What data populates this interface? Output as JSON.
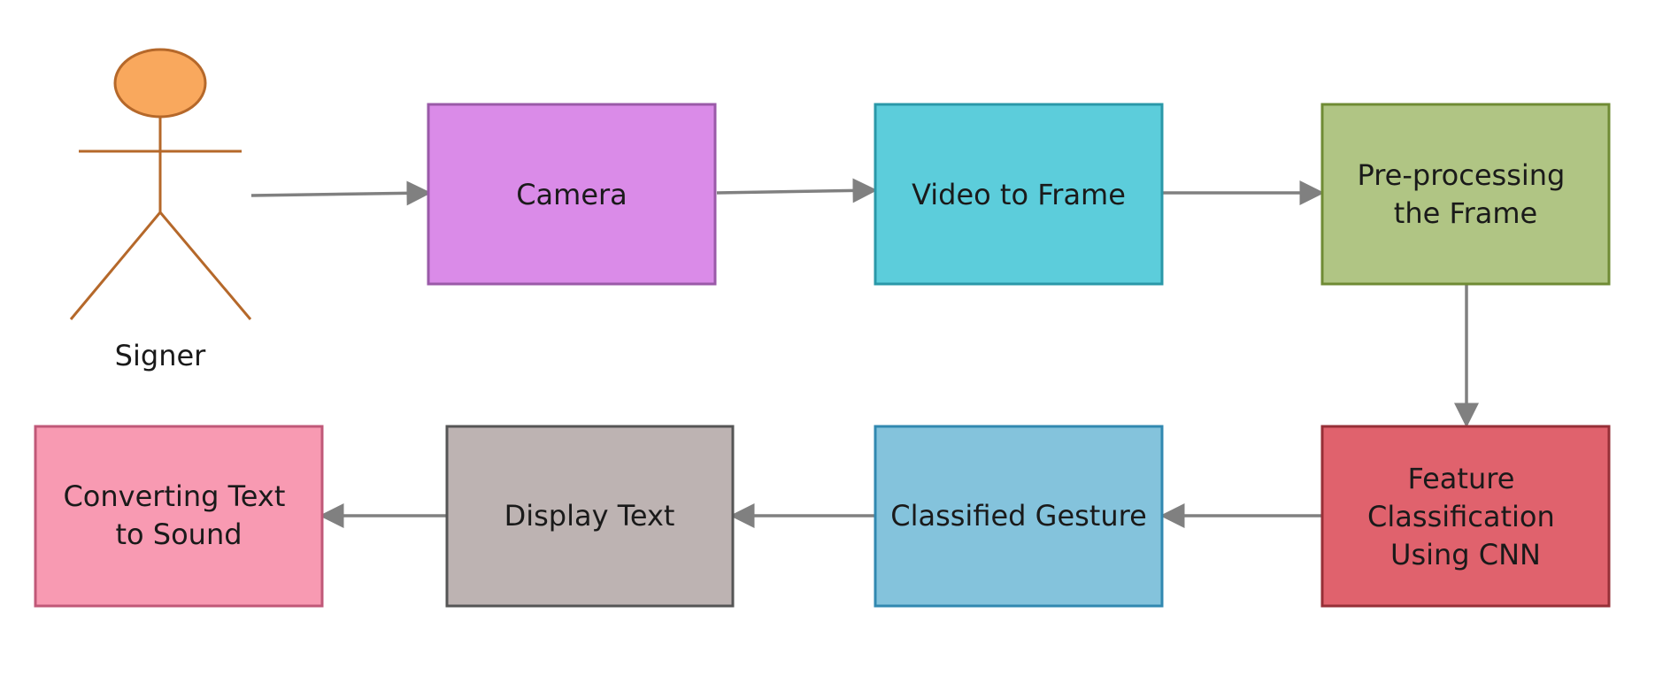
{
  "actor": {
    "label": "Signer",
    "head_fill": "#f9a85d",
    "stroke": "#b5682a"
  },
  "nodes": {
    "camera": {
      "lines": [
        "Camera"
      ],
      "fill": "#da8be8",
      "stroke": "#9a5aa8"
    },
    "video_to_frame": {
      "lines": [
        "Video to Frame"
      ],
      "fill": "#5ccddb",
      "stroke": "#2a98a8"
    },
    "preprocessing": {
      "lines": [
        "Pre-processing",
        "the Frame"
      ],
      "fill": "#b0c584",
      "stroke": "#6f8b34"
    },
    "feature_classification": {
      "lines": [
        "Feature",
        "Classification",
        "Using CNN"
      ],
      "fill": "#e0626d",
      "stroke": "#962f37"
    },
    "classified_gesture": {
      "lines": [
        "Classified Gesture"
      ],
      "fill": "#84c3dc",
      "stroke": "#3188b0"
    },
    "display_text": {
      "lines": [
        "Display Text"
      ],
      "fill": "#bdb3b2",
      "stroke": "#555555"
    },
    "text_to_sound": {
      "lines": [
        "Converting Text",
        "to Sound"
      ],
      "fill": "#f89ab2",
      "stroke": "#c05878"
    }
  },
  "connector_color": "#808080"
}
